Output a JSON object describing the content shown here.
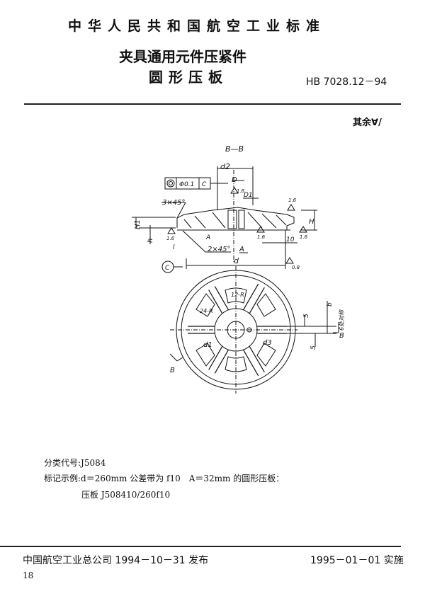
{
  "header": {
    "standard_name": "中华人民共和国航空工业标准",
    "title_line1": "夹具通用元件压紧件",
    "title_line2": "圆形压板",
    "standard_code": "HB 7028.12－94"
  },
  "roughness_note": "其余",
  "drawing": {
    "section_label": "B—B",
    "tolerance_frame": {
      "symbol": "◎",
      "value": "Φ0.1",
      "datum": "C"
    },
    "labels": {
      "d2": "d2",
      "D": "D",
      "D1": "D1",
      "chamfer_top": "3×45°",
      "chamfer_bottom": "2×45°",
      "H1": "H1",
      "h": "h",
      "H": "H",
      "A": "A",
      "A_dim": "A",
      "l": "l",
      "d": "d",
      "ten": "10",
      "datum_c": "C",
      "r16_a": "1.6",
      "r16_b": "1.6",
      "r16_c": "1.6",
      "r16_d": "1.6",
      "r16_e": "1.6",
      "r08": "0.8",
      "b": "b",
      "b_note": "6处对称",
      "five_a": "5",
      "five_b": "5",
      "B_right": "B",
      "B_left": "B",
      "d1": "d1",
      "d3": "d3",
      "r12": "12-R",
      "r24": "24-R"
    }
  },
  "info": {
    "classification": "分类代号:J5084",
    "example": "标记示例:d＝260mm 公差带为 f10　A＝32mm 的圆形压板：",
    "example_code": "压板 J508410/260f10"
  },
  "footer": {
    "issuer": "中国航空工业总公司 1994－10－31 发布",
    "effective": "1995－01－01 实施",
    "page": "18"
  }
}
